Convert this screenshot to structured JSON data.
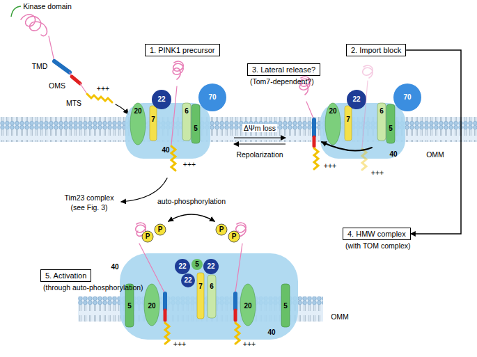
{
  "diagram": {
    "nodes": [
      {
        "text": [
          "1. PINK1 precursor"
        ]
      },
      {
        "text": [
          "2. Import block"
        ]
      },
      {
        "text": [
          "3. Lateral release?",
          "(Tom7-dependent?)"
        ]
      },
      {
        "text": [
          "4. HMW complex",
          "(with TOM complex)"
        ]
      },
      {
        "text": [
          "5. Activation",
          "(through auto-phosphorylation)"
        ]
      }
    ],
    "edges": [
      {
        "from": 1,
        "to": 3,
        "arrow": "to"
      }
    ],
    "labels": [
      "Kinase domain",
      "TMD",
      "OMS",
      "MTS",
      "+++",
      "20",
      "22",
      "6",
      "70",
      "7",
      "5",
      "40",
      "+++",
      "Tim23 complex",
      "(see Fig. 3)",
      "ΔΨm loss",
      "Repolarization",
      "20",
      "22",
      "6",
      "70",
      "7",
      "5",
      "40",
      "OMM",
      "+++",
      "+++",
      "auto-phosphorylation",
      "P",
      "P",
      "P",
      "P",
      "40",
      "5",
      "20",
      "5",
      "22",
      "22",
      "22",
      "7",
      "6",
      "20",
      "5",
      "40",
      "OMM",
      "+++",
      "+++"
    ]
  }
}
